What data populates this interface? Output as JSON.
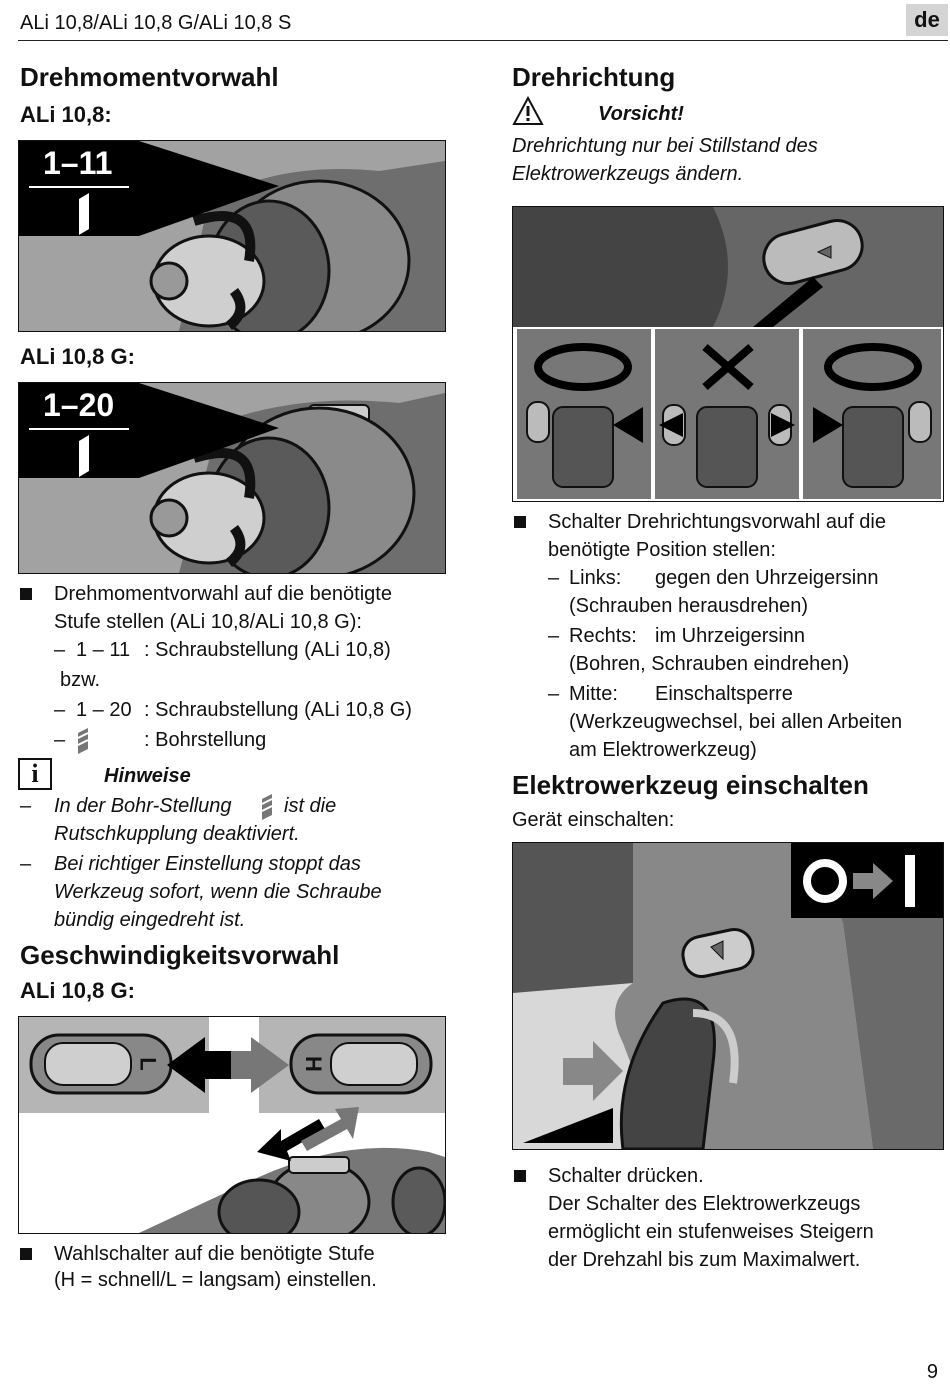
{
  "header": {
    "title": "ALi 10,8/ALi 10,8 G/ALi 10,8 S",
    "lang": "de"
  },
  "left": {
    "torque_heading": "Drehmomentvorwahl",
    "model1": "ALi 10,8:",
    "fig1_label": "1–11",
    "model2": "ALi 10,8 G:",
    "fig2_label": "1–20",
    "bullet1_line1": "Drehmomentvorwahl auf die benötigte",
    "bullet1_line2": "Stufe stellen (ALi 10,8/ALi 10,8 G):",
    "item1_dash": "–",
    "item1_range": "1 – 11",
    "item1_text": ": Schraubstellung (ALi 10,8)",
    "item1_cont": "bzw.",
    "item2_dash": "–",
    "item2_range": "1 – 20",
    "item2_text": ": Schraubstellung (ALi 10,8 G)",
    "item3_dash": "–",
    "item3_text": ": Bohrstellung",
    "note_heading": "Hinweise",
    "note1_dash": "–",
    "note1_a": "In der Bohr-Stellung",
    "note1_b": "ist die",
    "note1_line2": "Rutschkupplung deaktiviert.",
    "note2_dash": "–",
    "note2_line1": "Bei richtiger Einstellung stoppt das",
    "note2_line2": "Werkzeug sofort, wenn die Schraube",
    "note2_line3": "bündig eingedreht ist.",
    "speed_heading": "Geschwindigkeitsvorwahl",
    "model3": "ALi 10,8 G:",
    "switch_L": "L",
    "switch_H": "H",
    "bullet2_line1": "Wahlschalter auf die benötigte Stufe",
    "bullet2_line2": "(H = schnell/L = langsam) einstellen."
  },
  "right": {
    "dir_heading": "Drehrichtung",
    "caution": "Vorsicht!",
    "caution_line1": "Drehrichtung nur bei Stillstand des",
    "caution_line2": "Elektrowerkzeugs ändern.",
    "bullet1_line1": "Schalter Drehrichtungsvorwahl auf die",
    "bullet1_line2": "benötigte Position stellen:",
    "links_dash": "–",
    "links_label": "Links:",
    "links_text": "gegen den Uhrzeigersinn",
    "links_cont": "(Schrauben herausdrehen)",
    "rechts_dash": "–",
    "rechts_label": "Rechts:",
    "rechts_text": "im Uhrzeigersinn",
    "rechts_cont": "(Bohren, Schrauben eindrehen)",
    "mitte_dash": "–",
    "mitte_label": "Mitte:",
    "mitte_text": "Einschaltsperre",
    "mitte_cont1": "(Werkzeugwechsel, bei allen Arbeiten",
    "mitte_cont2": "am Elektrowerkzeug)",
    "on_heading": "Elektrowerkzeug  einschalten",
    "on_sub": "Gerät einschalten:",
    "bullet2_line1": "Schalter drücken.",
    "bullet2_line2": "Der Schalter des Elektrowerkzeugs",
    "bullet2_line3": "ermöglicht ein stufenweises Steigern",
    "bullet2_line4": "der Drehzahl bis zum Maximalwert."
  },
  "page_number": "9"
}
